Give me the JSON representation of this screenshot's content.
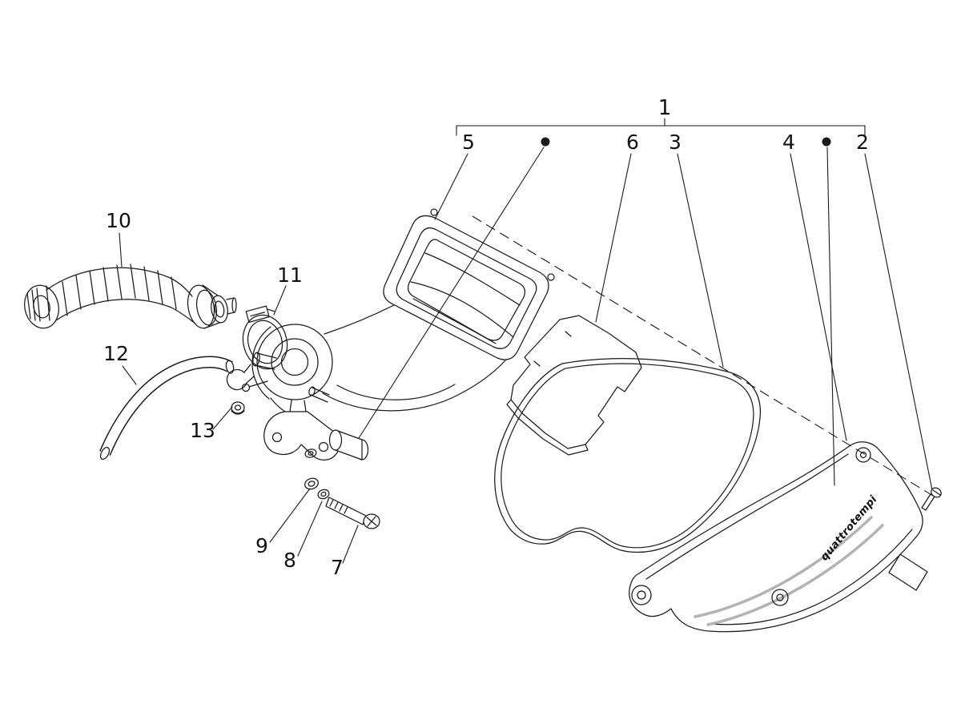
{
  "colors": {
    "background": "#ffffff",
    "line": "#1a1a1a",
    "rib": "#b3b3b3",
    "text": "#111111"
  },
  "diagram": {
    "callouts": {
      "c1": "1",
      "c2": "2",
      "c3": "3",
      "c4": "4",
      "c5": "5",
      "c6": "6",
      "c7": "7",
      "c8": "8",
      "c9": "9",
      "c10": "10",
      "c11": "11",
      "c12": "12",
      "c13": "13"
    },
    "cover_brand_text": "quattrotempi"
  }
}
